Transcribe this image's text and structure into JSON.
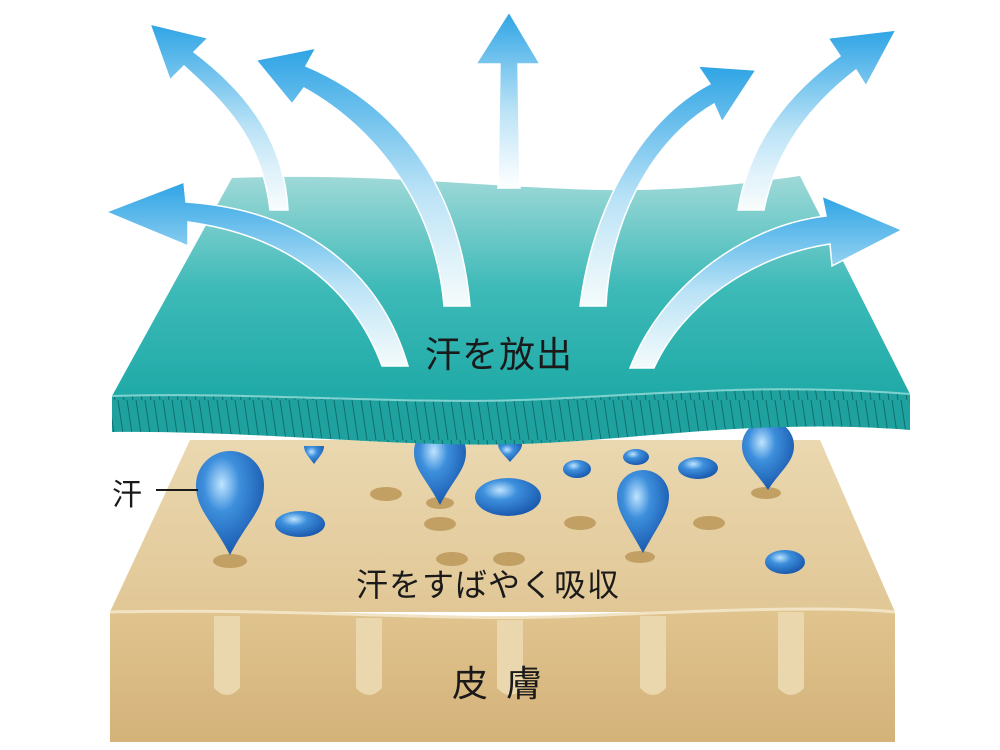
{
  "labels": {
    "release": "汗を放出",
    "absorb": "汗をすばやく吸収",
    "skin": "皮膚",
    "sweat": "汗"
  },
  "colors": {
    "fabric_top": "#2fb3b0",
    "fabric_edge": "#1e9d9a",
    "skin_top": "#e6d1a4",
    "skin_side": "#d2b27a",
    "drop": "#2a79c8",
    "arrow": "#39a9e6",
    "pore": "#c2a064"
  },
  "icons": {
    "arrows": "vapor-arrow-icon",
    "drops": "sweat-drop-icon",
    "pores": "skin-pore-icon"
  }
}
